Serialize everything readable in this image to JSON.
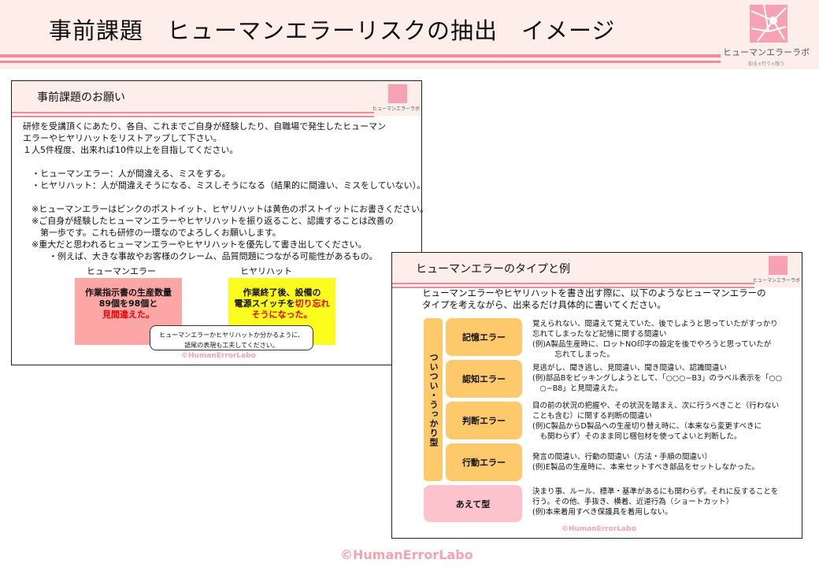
{
  "header": {
    "title": "事前課題　ヒューマンエラーリスクの抽出　イメージ",
    "logo_text": "ヒューマンエラーラボ",
    "logo_sub": "知る×行う×想う"
  },
  "slide1": {
    "title": "事前課題のお願い",
    "lines": [
      "研修を受講頂くにあたり、各自、これまでご自身が経験したり、自職場で発生したヒューマン",
      "エラーやヒヤリハットをリストアップして下さい。",
      "１人5件程度、出来れば10件以上を目指してください。",
      "",
      "　・ヒューマンエラー：人が間違える、ミスをする。",
      "　・ヒヤリハット：人が間違えそうになる、ミスしそうになる（結果的に間違い、ミスをしていない）。",
      "",
      "　※ヒューマンエラーはピンクのポストイット、ヒヤリハットは黄色のポストイットにお書きください。",
      "　※ご自身が経験したヒューマンエラーやヒヤリハットを振り返ること、認識することは改善の",
      "　　第一歩です。これも研修の一環なのでよろしくお願いします。",
      "　※重大だと思われるヒューマンエラーやヒヤリハットを優先して書き出してください。",
      "　　　・例えば、大きな事故やお客様のクレーム、品質問題につながる可能性があるもの。"
    ],
    "label_error": "ヒューマンエラー",
    "label_hiyari": "ヒヤリハット",
    "pink_note": {
      "l1": "作業指示書の生産数量",
      "l2": "89個を98個と",
      "l3": "見間違えた。"
    },
    "yellow_note": {
      "l1": "作業終了後、設備の",
      "l2a": "電源スイッチを",
      "l2b": "切り忘れ",
      "l3": "そうになった。"
    },
    "bubble": {
      "l1": "ヒューマンエラーかヒヤリハットか分かるように、",
      "l2": "語尾の表現も工夫してください。"
    },
    "copyright": "©HumanErrorLabo"
  },
  "slide2": {
    "title": "ヒューマンエラーのタイプと例",
    "intro": [
      "ヒューマンエラーやヒヤリハットを書き出す際に、以下のようなヒューマンエラーの",
      "タイプを考えながら、出来るだけ具体的に書いてください。"
    ],
    "group_label": "ついつい・うっかり型",
    "types": [
      {
        "name": "記憶エラー",
        "desc": [
          "覚えられない、間違えて覚えていた、後でしようと思っていたがすっかり",
          "忘れてしまったなど記憶に関する間違い",
          "(例)A製品生産時に、ロットNO印字の設定を後でやろうと思っていたが",
          "　　　忘れてしまった。"
        ]
      },
      {
        "name": "認知エラー",
        "desc": [
          "見逃がし、聞き逃し、見間違い、聞き間違い、認識間違い",
          "(例)部品Bをピッキングしようとして、「○○○−B3」のラベル表示を「○○",
          "　○−B8」と見間違えた。"
        ]
      },
      {
        "name": "判断エラー",
        "desc": [
          "目の前の状況の把握や、その状況を踏まえ、次に行うべきこと（行わない",
          "ことも含む）に関する判断の間違い",
          "(例)C製品からD製品への生産切り替え時に、（本来なら変更すべきに",
          "　も関わらず）そのまま同じ梱包材を使ってよいと判断した。"
        ]
      },
      {
        "name": "行動エラー",
        "desc": [
          "発言の間違い、行動の間違い（方法・手順の間違い）",
          "(例)E製品の生産時に、本来セットすべき部品をセットしなかった。"
        ]
      },
      {
        "name": "あえて型",
        "desc": [
          "決まり事、ルール、標準・基準があるにも関わらず。それに反することを",
          "行う。その他、手抜き、横着、近道行為（ショートカット）",
          "(例)本来着用すべき保護具を着用しない。"
        ]
      }
    ],
    "copyright": "©HumanErrorLabo"
  },
  "footer": {
    "copyright": "©HumanErrorLabo"
  }
}
